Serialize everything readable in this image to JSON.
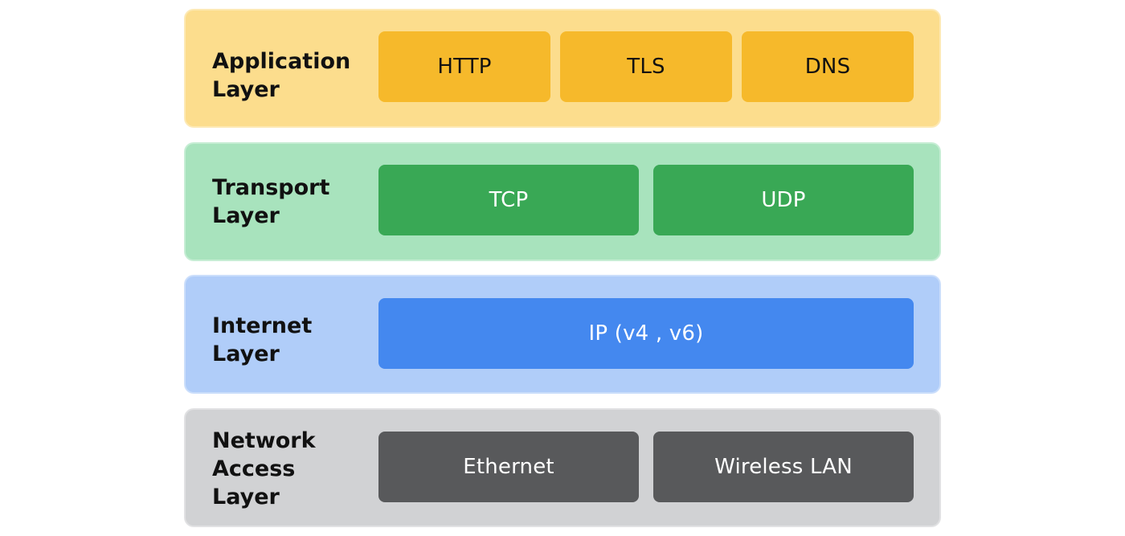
{
  "colors": {
    "application_bg": "#fcdd8d",
    "application_box": "#f6b92b",
    "application_text": "#111111",
    "transport_bg": "#a8e3bd",
    "transport_box": "#39a855",
    "transport_text": "#ffffff",
    "internet_bg": "#b0cdf9",
    "internet_box": "#4488ef",
    "internet_text": "#ffffff",
    "network_bg": "#d1d2d4",
    "network_box": "#58595b",
    "network_text": "#ffffff"
  },
  "layers": [
    {
      "label": "Application\nLayer",
      "protocols": [
        "HTTP",
        "TLS",
        "DNS"
      ]
    },
    {
      "label": "Transport\nLayer",
      "protocols": [
        "TCP",
        "UDP"
      ]
    },
    {
      "label": "Internet\nLayer",
      "protocols": [
        "IP (v4 , v6)"
      ]
    },
    {
      "label": "Network\nAccess\nLayer",
      "protocols": [
        "Ethernet",
        "Wireless LAN"
      ]
    }
  ]
}
